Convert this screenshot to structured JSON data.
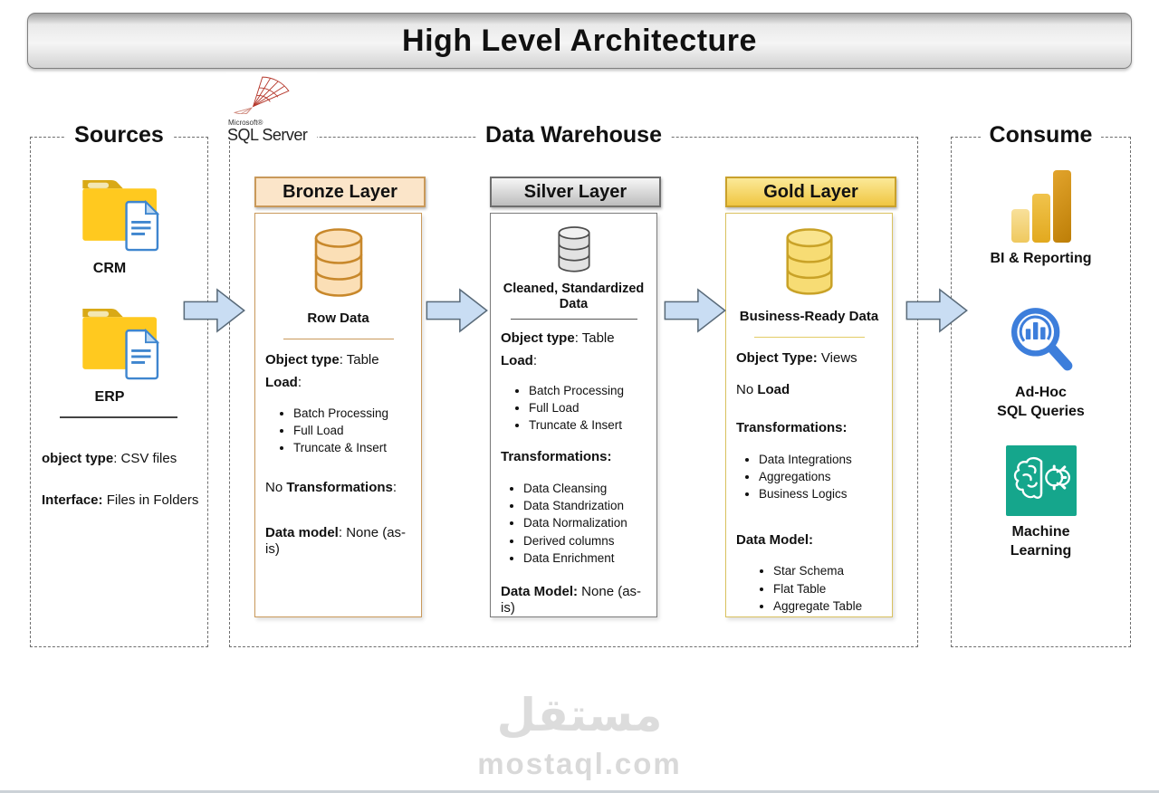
{
  "title": "High Level Architecture",
  "sql_server_logo": {
    "brand": "Microsoft®",
    "name": "SQL Server"
  },
  "sources": {
    "label": "Sources",
    "items": [
      {
        "label": "CRM"
      },
      {
        "label": "ERP"
      }
    ],
    "object_type": {
      "label": "object type",
      "suffix": ": CSV files"
    },
    "interface": {
      "label": "Interface:",
      "suffix": " Files in Folders"
    }
  },
  "data_warehouse": {
    "label": "Data Warehouse",
    "layers": [
      {
        "name": "Bronze Layer",
        "data_label": "Row Data",
        "object_type": {
          "label": "Object type",
          "suffix": ": Table"
        },
        "load": {
          "label": "Load",
          "suffix": ":"
        },
        "load_items": [
          "Batch Processing",
          "Full Load",
          "Truncate & Insert"
        ],
        "transformations": {
          "prefix": "No ",
          "label": "Transformations",
          "suffix": ":"
        },
        "data_model": {
          "label": "Data model",
          "suffix": ": None (as-is)"
        }
      },
      {
        "name": "Silver Layer",
        "data_label": "Cleaned, Standardized Data",
        "object_type": {
          "label": "Object type",
          "suffix": ": Table"
        },
        "load": {
          "label": "Load",
          "suffix": ":"
        },
        "load_items": [
          "Batch Processing",
          "Full Load",
          "Truncate & Insert"
        ],
        "transformations": {
          "label": "Transformations:"
        },
        "transformation_items": [
          "Data Cleansing",
          "Data Standrization",
          "Data Normalization",
          "Derived columns",
          "Data Enrichment"
        ],
        "data_model": {
          "label": "Data Model:",
          "suffix": " None (as-is)"
        }
      },
      {
        "name": "Gold Layer",
        "data_label": "Business-Ready Data",
        "object_type": {
          "label": "Object Type:",
          "suffix": " Views"
        },
        "load": {
          "prefix": "No ",
          "label": "Load"
        },
        "transformations": {
          "label": "Transformations:"
        },
        "transformation_items": [
          "Data Integrations",
          "Aggregations",
          "Business Logics"
        ],
        "data_model": {
          "label": "Data Model:"
        },
        "data_model_items": [
          "Star Schema",
          "Flat Table",
          "Aggregate Table"
        ]
      }
    ]
  },
  "consume": {
    "label": "Consume",
    "items": [
      {
        "label": "BI & Reporting"
      },
      {
        "label_line1": "Ad-Hoc",
        "label_line2": "SQL Queries"
      },
      {
        "label_line1": "Machine",
        "label_line2": "Learning"
      }
    ]
  },
  "watermark": {
    "arabic": "مستقل",
    "domain": "mostaql.com"
  },
  "colors": {
    "bronze_accent": "#c9995a",
    "bronze_fill": "#fbe5c9",
    "silver_accent": "#6e6e6e",
    "gold_accent": "#c9a12b",
    "gold_fill": "#f5d85c",
    "arrow_fill": "#c9ddf3",
    "powerbi_gold": "#d69a00",
    "query_blue": "#3d7edb",
    "ml_teal": "#15a68c",
    "folder_yellow": "#ffc91f"
  }
}
